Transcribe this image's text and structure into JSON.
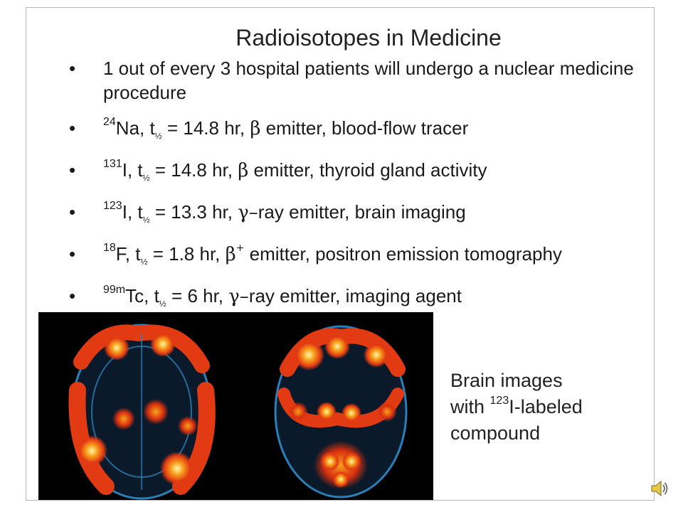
{
  "slide": {
    "title": "Radioisotopes in Medicine",
    "bullet_char": "•",
    "bullets": [
      {
        "text": "1 out of every 3 hospital patients will undergo a nuclear medicine procedure"
      },
      {
        "mass": "24",
        "symbol": "Na",
        "sep": ", t",
        "half": "½",
        "eq": " = 14.8 hr, ",
        "emitter": "β",
        "rest": " emitter, blood-flow tracer"
      },
      {
        "mass": "131",
        "symbol": "I",
        "sep": ", t",
        "half": "½",
        "eq": " = 14.8 hr, ",
        "emitter": "β",
        "rest": " emitter, thyroid gland activity"
      },
      {
        "mass": "123",
        "symbol": "I",
        "sep": ", t",
        "half": "½",
        "eq": " = 13.3 hr, ",
        "emitter": "γ–",
        "rest": "ray emitter, brain imaging"
      },
      {
        "mass": "18",
        "symbol": "F",
        "sep": ", t",
        "half": "½",
        "eq": " = 1.8 hr, ",
        "emitter": "β",
        "emitter_sup": "+",
        "rest": " emitter, positron emission tomography"
      },
      {
        "mass": "99m",
        "symbol": "Tc",
        "sep": ", t",
        "half": "½",
        "eq": " = 6 hr, ",
        "emitter": "γ–",
        "rest": "ray emitter, imaging agent"
      }
    ],
    "caption": {
      "line1": "Brain images",
      "line2_pre": "with ",
      "line2_mass": "123",
      "line2_post": "I-labeled",
      "line3": "compound"
    }
  },
  "colors": {
    "frame_border": "#b5b5b5",
    "scan_background": "#000000",
    "scan_outline": "#2b7fb8",
    "scan_hot": "#e23a12",
    "scan_warm": "#f7a21c",
    "scan_peak": "#fff7b0"
  },
  "icons": {
    "audio": "speaker-icon"
  }
}
